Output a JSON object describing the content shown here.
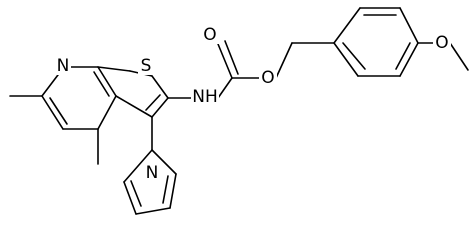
{
  "molecule": {
    "atom_labels": {
      "N_pyridine": "N",
      "S_thiophene": "S",
      "NH": "NH",
      "O_carbonyl": "O",
      "O_ester": "O",
      "O_methoxy": "O",
      "N_pyrrole": "N"
    },
    "colors": {
      "bond": "#000000",
      "background": "#ffffff"
    }
  }
}
